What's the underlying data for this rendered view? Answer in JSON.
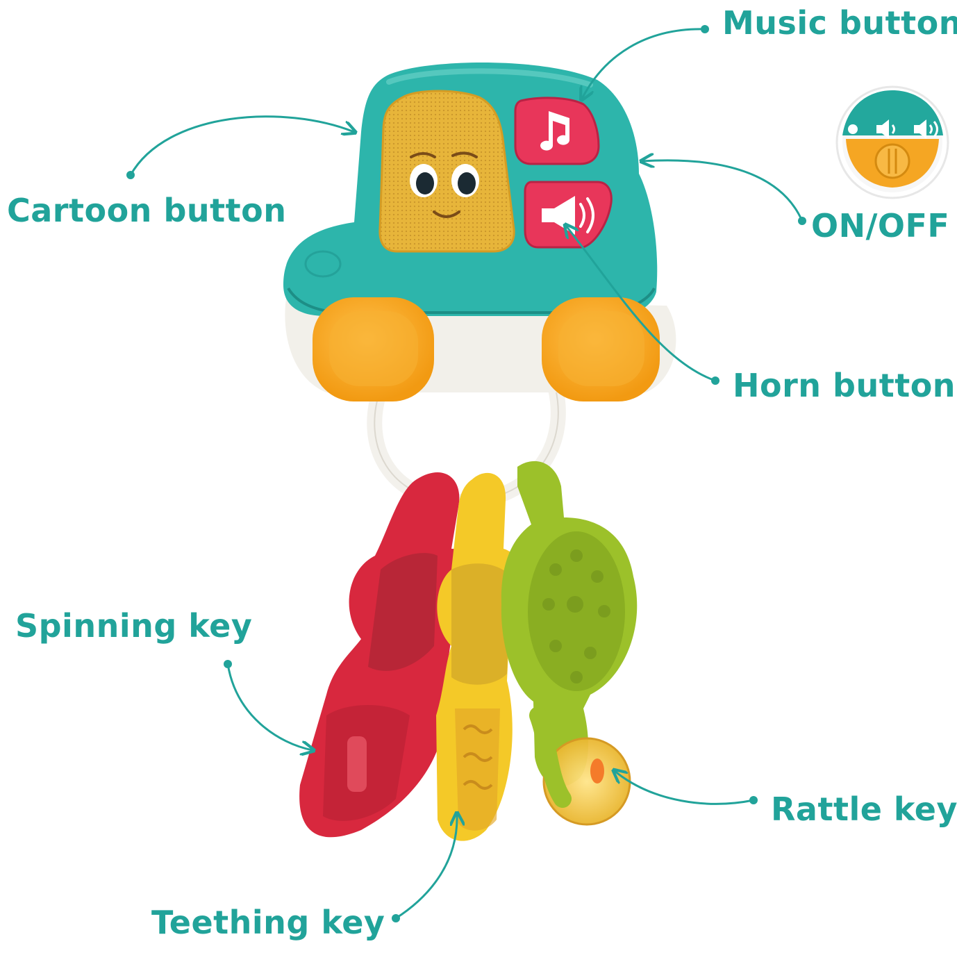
{
  "labels": {
    "music_button": "Music button",
    "cartoon_button": "Cartoon button",
    "on_off": "ON/OFF",
    "horn_button": "Horn button",
    "spinning_key": "Spinning key",
    "rattle_key": "Rattle key",
    "teething_key": "Teething key"
  },
  "colors": {
    "accent": "#21a39a",
    "car_body": "#2db5ab",
    "wheel": "#f7a51d",
    "button_red": "#e8365a",
    "key_red": "#d8283e",
    "key_yellow": "#f4c928",
    "key_green": "#9cc12a"
  },
  "icons": [
    "music-note-icon",
    "horn-speaker-icon",
    "volume-icon",
    "power-switch-icon"
  ]
}
